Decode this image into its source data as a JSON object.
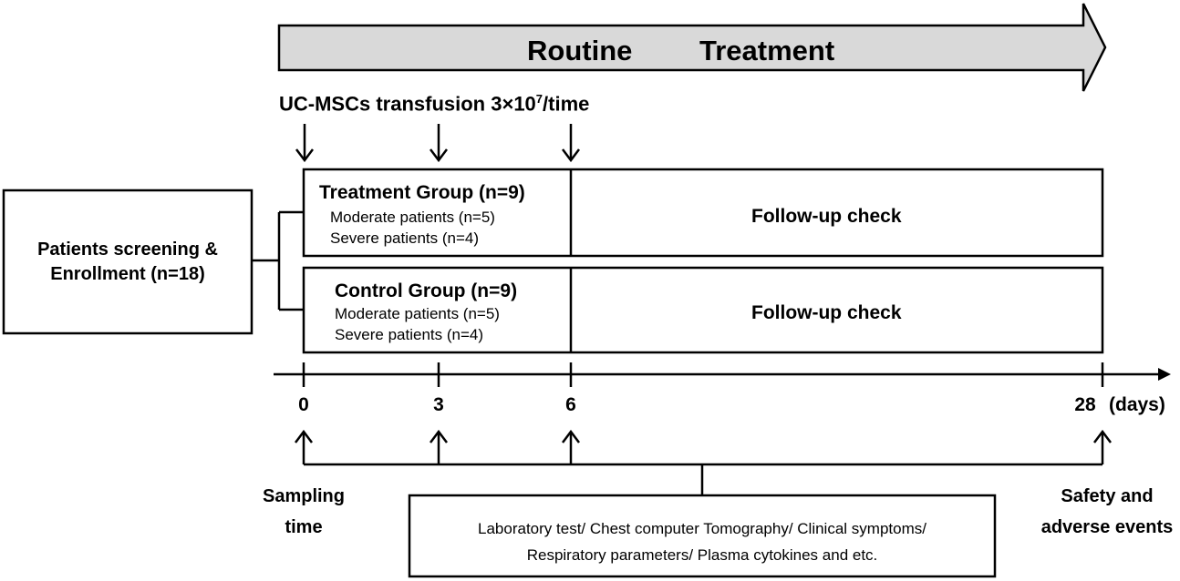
{
  "banner": {
    "word1": "Routine",
    "word2": "Treatment"
  },
  "transfusion": {
    "label": "UC-MSCs transfusion 3×10",
    "superscript": "7",
    "suffix": "/time"
  },
  "enrollment": {
    "line1": "Patients screening &",
    "line2": "Enrollment (n=18)"
  },
  "treatment_group": {
    "title": "Treatment Group (n=9)",
    "line1": "Moderate patients (n=5)",
    "line2": "Severe patients (n=4)",
    "followup": "Follow-up check"
  },
  "control_group": {
    "title": "Control Group (n=9)",
    "line1": "Moderate patients (n=5)",
    "line2": "Severe patients (n=4)",
    "followup": "Follow-up check"
  },
  "timeline": {
    "ticks": [
      "0",
      "3",
      "6",
      "28"
    ],
    "unit": "(days)"
  },
  "sampling": {
    "line1": "Sampling",
    "line2": "time"
  },
  "safety": {
    "line1": "Safety and",
    "line2": "adverse events"
  },
  "tests": {
    "line1": "Laboratory test/ Chest computer Tomography/ Clinical symptoms/",
    "line2": "Respiratory parameters/ Plasma cytokines and etc."
  }
}
